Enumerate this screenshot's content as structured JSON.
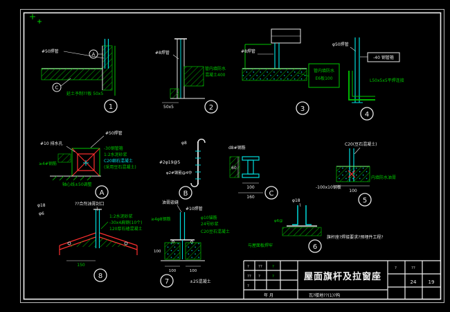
{
  "palette": {
    "bg": "#000000",
    "frame": "#e9e9e9",
    "green": "#00c800",
    "cyan": "#00dcdc",
    "red": "#ff2f2f",
    "white": "#ececec"
  },
  "details": {
    "d1": {
      "number": "1",
      "pipe_label": "#50焊管",
      "note": "延土予制??板 50x5",
      "callout_a": "A",
      "callout_c": "C"
    },
    "d2": {
      "number": "2",
      "pipe_label": "#8焊管",
      "note1": "管内填防水",
      "note2": "混凝土400",
      "dim": "50x5"
    },
    "d3": {
      "number": "3",
      "pipe_label": "#8焊管",
      "box_line1": "管内填防水",
      "box_line2": "E6板100"
    },
    "d4": {
      "number": "4",
      "pipe_label": "φ50焊管",
      "box_label": "-40 钢管箍",
      "weld_note": "L50x5x5平焊连接"
    },
    "dA": {
      "number": "A",
      "pipe_label": "#50焊管",
      "drain_label": "#10 排水孔",
      "n1": "-30钢管箍",
      "n2": "1:2水泥砂浆",
      "n3": "C20细石混凝土",
      "n4": "(采用豆石混凝土)",
      "rebar": "≥4#钢筋",
      "axis_note": "轴心线±50调整"
    },
    "dB": {
      "number": "B",
      "top": "φ8",
      "n1": "#2φ19@5",
      "n2": "φ2#钢筋@4中"
    },
    "dC": {
      "number": "C",
      "top": "d8#钢筋",
      "dim_h": "100",
      "dim_h2": "160",
      "dim_v": "60"
    },
    "d5": {
      "number": "5",
      "top": "C20(豆石混凝土)",
      "n1": "内填防水油膏",
      "n2": "-100x10钢板",
      "dim": "100"
    },
    "d6": {
      "number": "6",
      "bolt": "φ18",
      "tie": "φ6@",
      "weld": "与屋面板焊牢",
      "note": "旗杆座?焊接要求?预埋件工程?"
    },
    "d7": {
      "number": "7",
      "top1": "油膏嵌缝",
      "top2": "#10焊管",
      "left": "≥4φ8钢筋",
      "r1": "φ10锚筋",
      "r2": "24号砂浆",
      "r3": "C20豆石混凝土",
      "dim1": "100",
      "dim2": "100",
      "dim3": "100",
      "bottom": "±25混凝土"
    },
    "d8": {
      "number": "8",
      "b1": "φ18",
      "b2": "φ6",
      "top": "??合剂油膏封口",
      "r1": "1:2水泥砂浆",
      "r2": "-30x4扁钢(10个)",
      "r3": "120厚石碴混凝土",
      "dim": "150"
    }
  },
  "title_block": {
    "title": "屋面旗杆及拉窗座",
    "m1": "?",
    "m2": "??",
    "m3": "?",
    "m4": "??",
    "m5": "?",
    "m6": "?",
    "m7": "?",
    "date": "年 月",
    "project": "瓦?楼地??(1)?构",
    "h1": "?",
    "h2": "??",
    "col1": "24",
    "col2": "19"
  }
}
